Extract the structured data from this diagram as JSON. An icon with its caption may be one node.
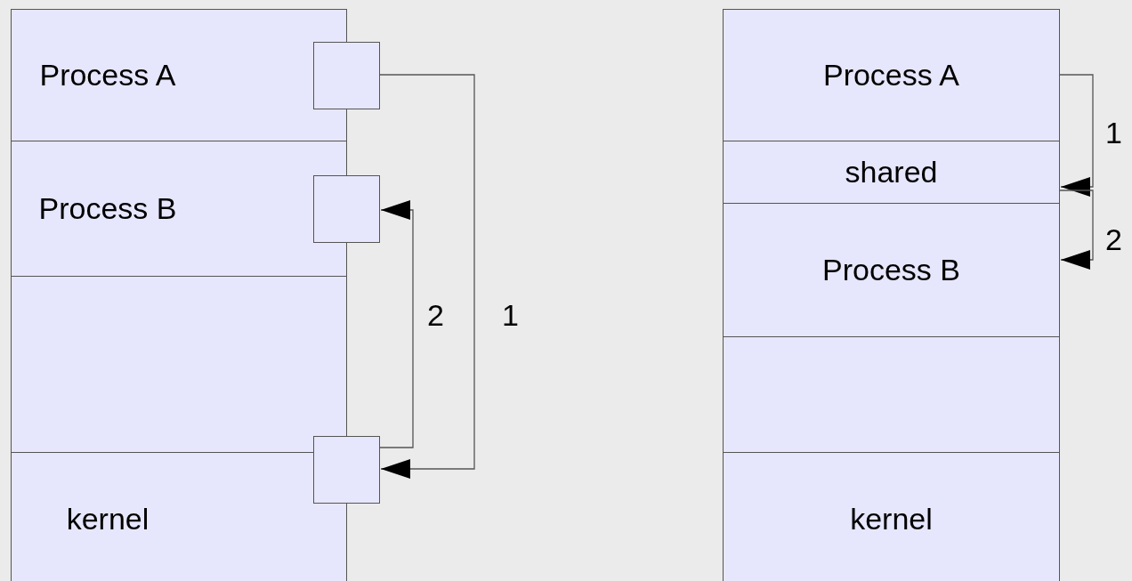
{
  "diagram": {
    "nodes": [
      {
        "text": [
          "Process A"
        ]
      },
      {
        "text": [
          "Process B"
        ]
      },
      {
        "text": [],
        "shape": "box"
      },
      {
        "text": [
          "kernel"
        ]
      },
      {
        "text": [],
        "shape": "box"
      },
      {
        "text": [],
        "shape": "box"
      },
      {
        "text": [],
        "shape": "box"
      },
      {
        "text": [
          "Process A"
        ]
      },
      {
        "text": [
          "shared"
        ]
      },
      {
        "text": [
          "Process B"
        ]
      },
      {
        "text": [],
        "shape": "box"
      },
      {
        "text": [
          "kernel"
        ]
      }
    ],
    "edges": [
      {
        "from": 4,
        "to": 6,
        "arrow": "to",
        "label": "1"
      },
      {
        "from": 6,
        "to": 5,
        "arrow": "to",
        "label": "2"
      },
      {
        "from": 7,
        "to": 8,
        "arrow": "to",
        "label": "1"
      },
      {
        "from": 8,
        "to": 9,
        "arrow": "to",
        "label": "2"
      }
    ]
  }
}
